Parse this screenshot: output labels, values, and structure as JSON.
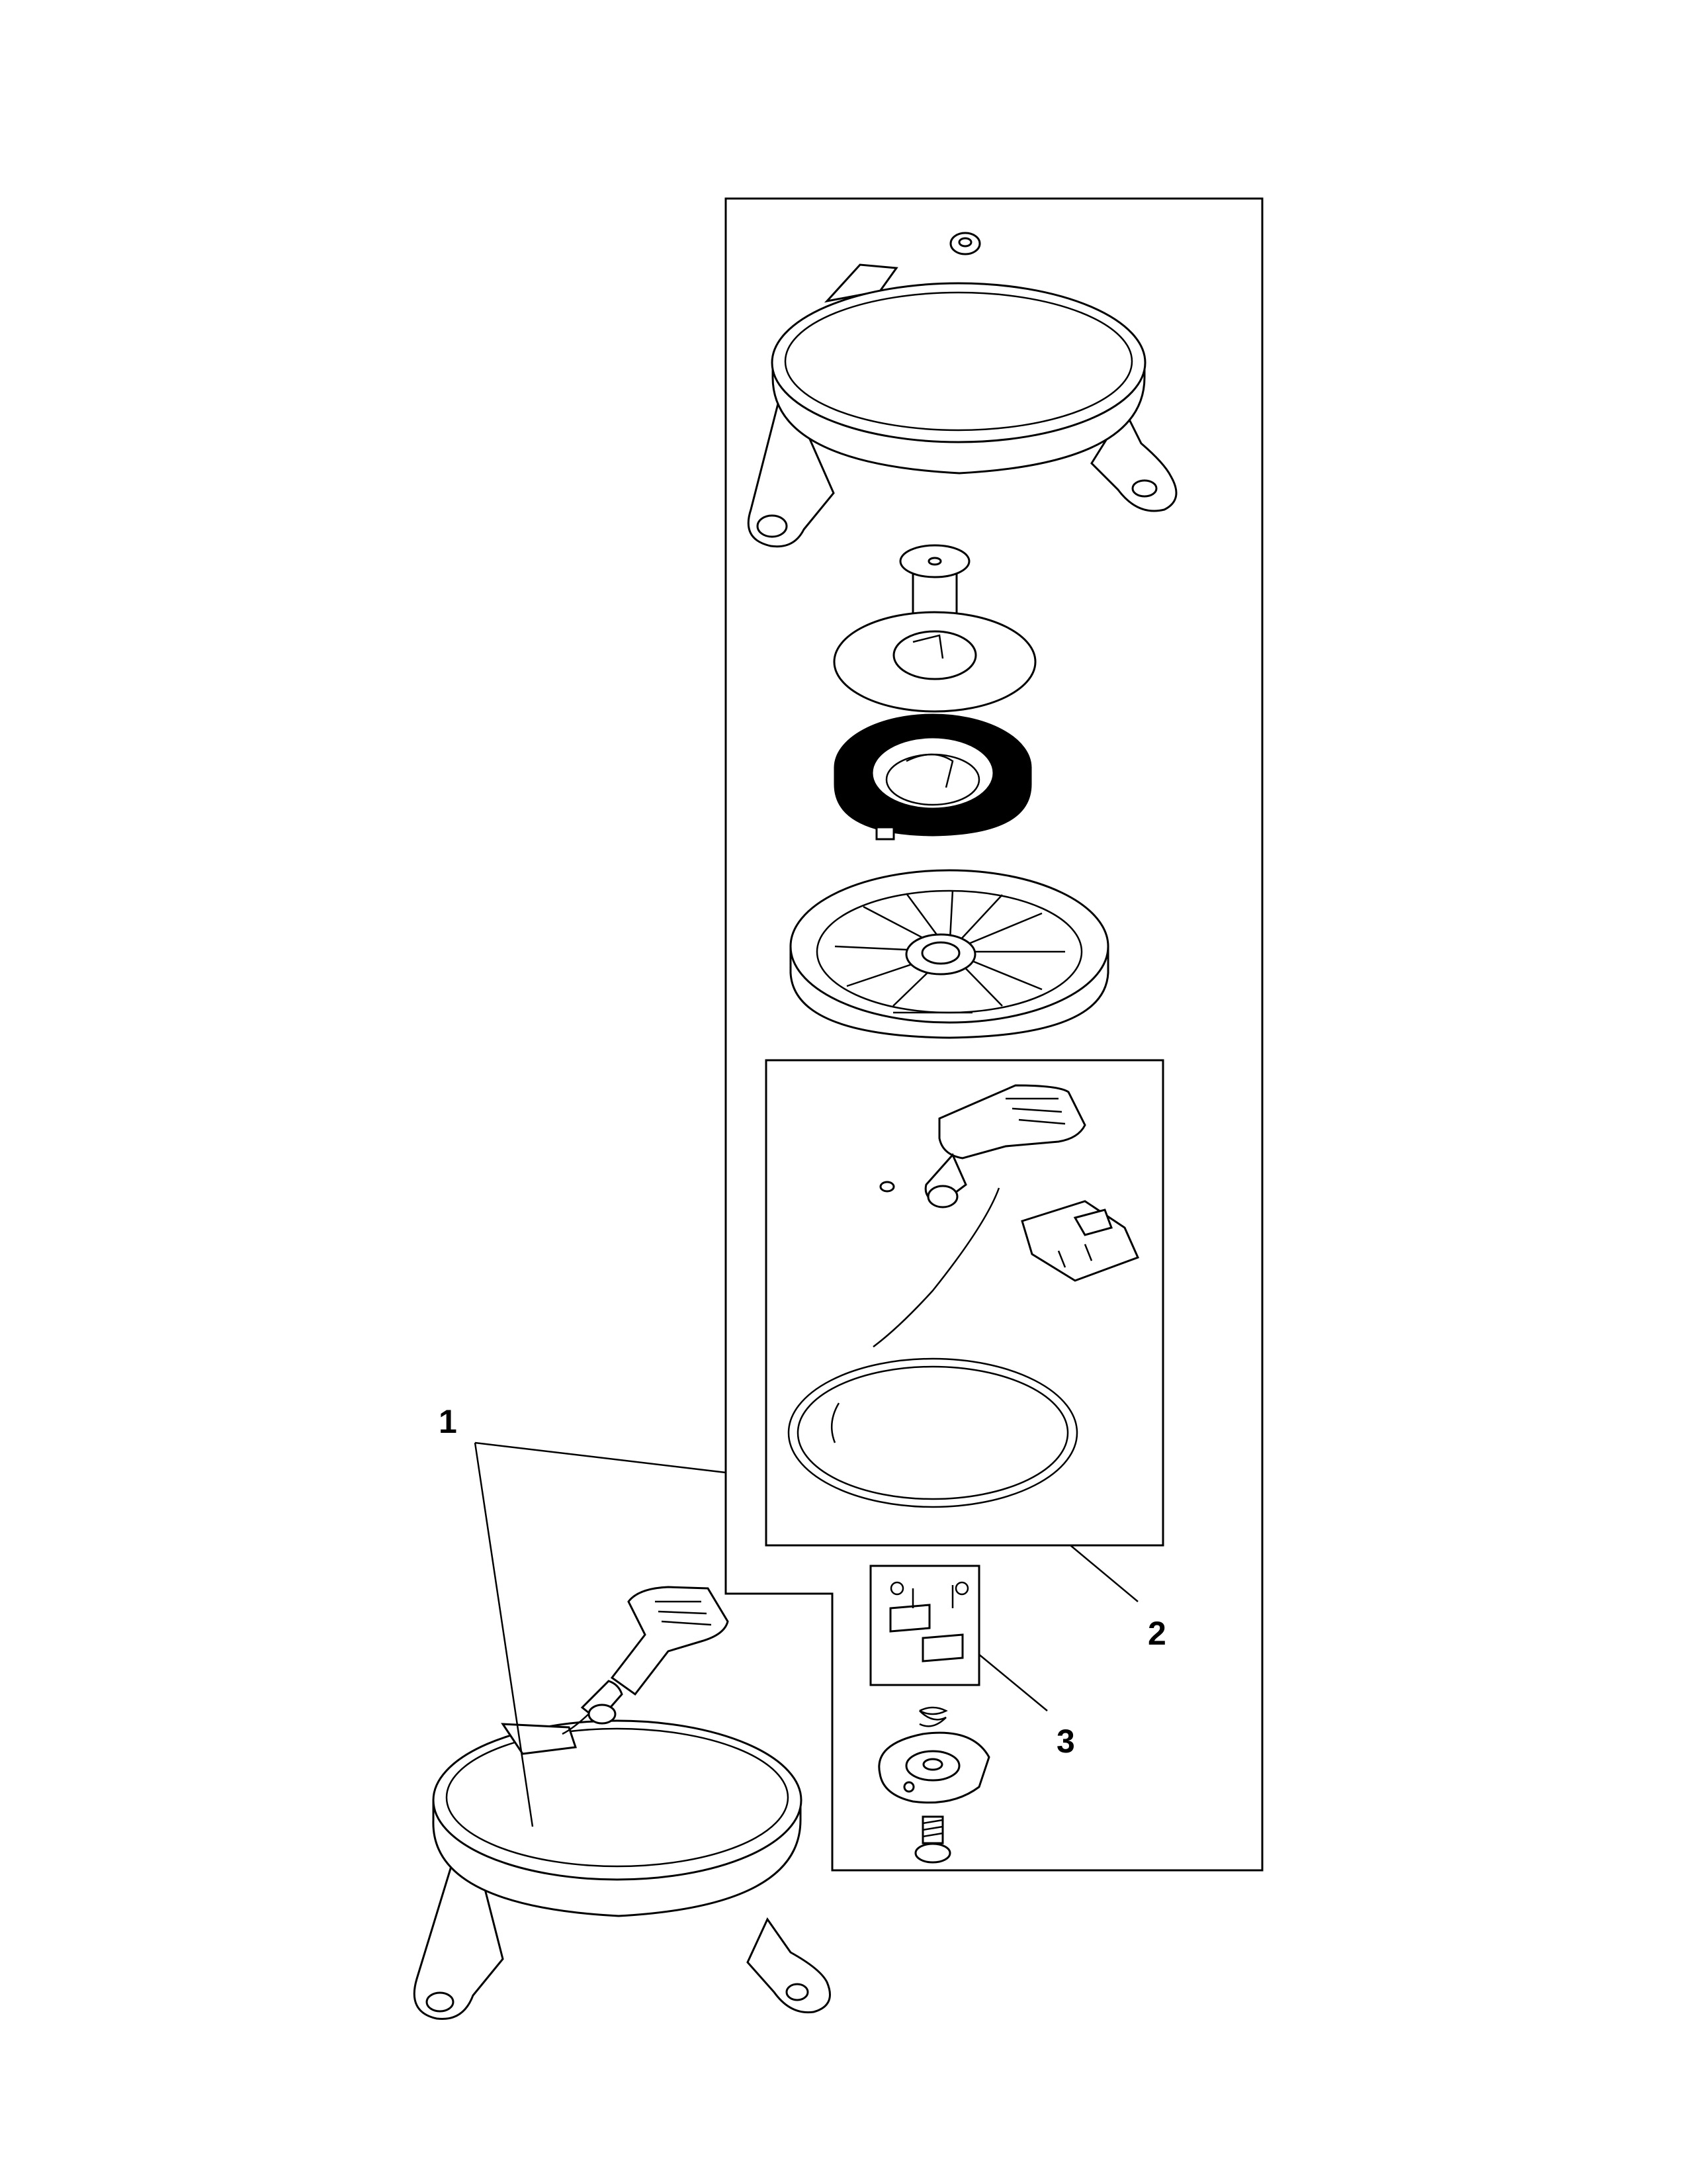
{
  "callouts": {
    "assembly": "1",
    "rope_kit": "2",
    "pawl_kit": "3"
  },
  "colors": {
    "line": "#000000",
    "background": "#ffffff"
  }
}
